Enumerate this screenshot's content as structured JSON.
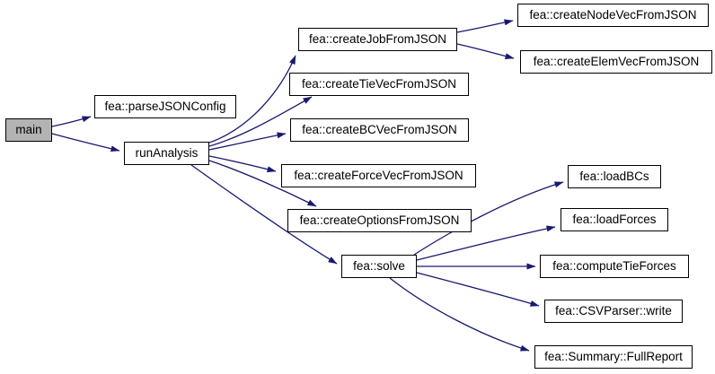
{
  "diagram": {
    "type": "call-graph",
    "colors": {
      "edge": "#191970",
      "node_border": "#000000",
      "node_fill": "#ffffff",
      "highlight_fill": "#b3b3b3",
      "background": "#ffffff"
    },
    "nodes": [
      {
        "id": "main",
        "label": "main",
        "highlighted": true
      },
      {
        "id": "parse-json-config",
        "label": "fea::parseJSONConfig",
        "highlighted": false
      },
      {
        "id": "run-analysis",
        "label": "runAnalysis",
        "highlighted": false
      },
      {
        "id": "create-job-from-json",
        "label": "fea::createJobFromJSON",
        "highlighted": false
      },
      {
        "id": "create-node-vec",
        "label": "fea::createNodeVecFromJSON",
        "highlighted": false
      },
      {
        "id": "create-elem-vec",
        "label": "fea::createElemVecFromJSON",
        "highlighted": false
      },
      {
        "id": "create-tie-vec",
        "label": "fea::createTieVecFromJSON",
        "highlighted": false
      },
      {
        "id": "create-bc-vec",
        "label": "fea::createBCVecFromJSON",
        "highlighted": false
      },
      {
        "id": "create-force-vec",
        "label": "fea::createForceVecFromJSON",
        "highlighted": false
      },
      {
        "id": "create-options",
        "label": "fea::createOptionsFromJSON",
        "highlighted": false
      },
      {
        "id": "solve",
        "label": "fea::solve",
        "highlighted": false
      },
      {
        "id": "load-bcs",
        "label": "fea::loadBCs",
        "highlighted": false
      },
      {
        "id": "load-forces",
        "label": "fea::loadForces",
        "highlighted": false
      },
      {
        "id": "compute-tie-forces",
        "label": "fea::computeTieForces",
        "highlighted": false
      },
      {
        "id": "csv-parser-write",
        "label": "fea::CSVParser::write",
        "highlighted": false
      },
      {
        "id": "summary-full-report",
        "label": "fea::Summary::FullReport",
        "highlighted": false
      }
    ],
    "edges": [
      {
        "from": "main",
        "to": "fea::parseJSONConfig"
      },
      {
        "from": "main",
        "to": "runAnalysis"
      },
      {
        "from": "runAnalysis",
        "to": "fea::createJobFromJSON"
      },
      {
        "from": "runAnalysis",
        "to": "fea::createTieVecFromJSON"
      },
      {
        "from": "runAnalysis",
        "to": "fea::createBCVecFromJSON"
      },
      {
        "from": "runAnalysis",
        "to": "fea::createForceVecFromJSON"
      },
      {
        "from": "runAnalysis",
        "to": "fea::createOptionsFromJSON"
      },
      {
        "from": "runAnalysis",
        "to": "fea::solve"
      },
      {
        "from": "fea::createJobFromJSON",
        "to": "fea::createNodeVecFromJSON"
      },
      {
        "from": "fea::createJobFromJSON",
        "to": "fea::createElemVecFromJSON"
      },
      {
        "from": "fea::solve",
        "to": "fea::loadBCs"
      },
      {
        "from": "fea::solve",
        "to": "fea::loadForces"
      },
      {
        "from": "fea::solve",
        "to": "fea::computeTieForces"
      },
      {
        "from": "fea::solve",
        "to": "fea::CSVParser::write"
      },
      {
        "from": "fea::solve",
        "to": "fea::Summary::FullReport"
      }
    ]
  }
}
